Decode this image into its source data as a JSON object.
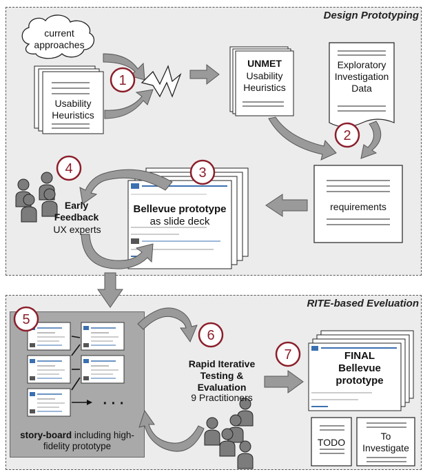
{
  "panels": {
    "top": {
      "title": "Design Prototyping"
    },
    "bottom": {
      "title": "RITE-based Eveluation"
    }
  },
  "steps": {
    "s1": "1",
    "s2": "2",
    "s3": "3",
    "s4": "4",
    "s5": "5",
    "s6": "6",
    "s7": "7"
  },
  "labels": {
    "current_approaches": "current approaches",
    "usability_heuristics": "Usability Heuristics",
    "unmet_title": "UNMET",
    "unmet_rest": "Usability Heuristics",
    "exploratory": "Exploratory Investigation Data",
    "requirements": "requirements",
    "early_feedback": "Early Feedback",
    "ux_experts": "UX experts",
    "bellevue_title": "Bellevue prototype",
    "bellevue_sub": "as slide deck",
    "storyboard_bold": "story-board",
    "storyboard_rest": " including high-fidelity prototype",
    "ellipsis": "· · ·",
    "rite_bold": "Rapid Iterative Testing & Evaluation",
    "rite_sub": "9 Practitioners",
    "final": "FINAL Bellevue prototype",
    "todo": "TODO",
    "to_investigate": "To Investigate"
  },
  "colors": {
    "panel_bg": "#ececec",
    "step_border": "#8b1e2a",
    "arrow_fill": "#9a9a9a",
    "storyboard_bg": "#a9a9a9",
    "person_fill": "#7c7c7c"
  }
}
